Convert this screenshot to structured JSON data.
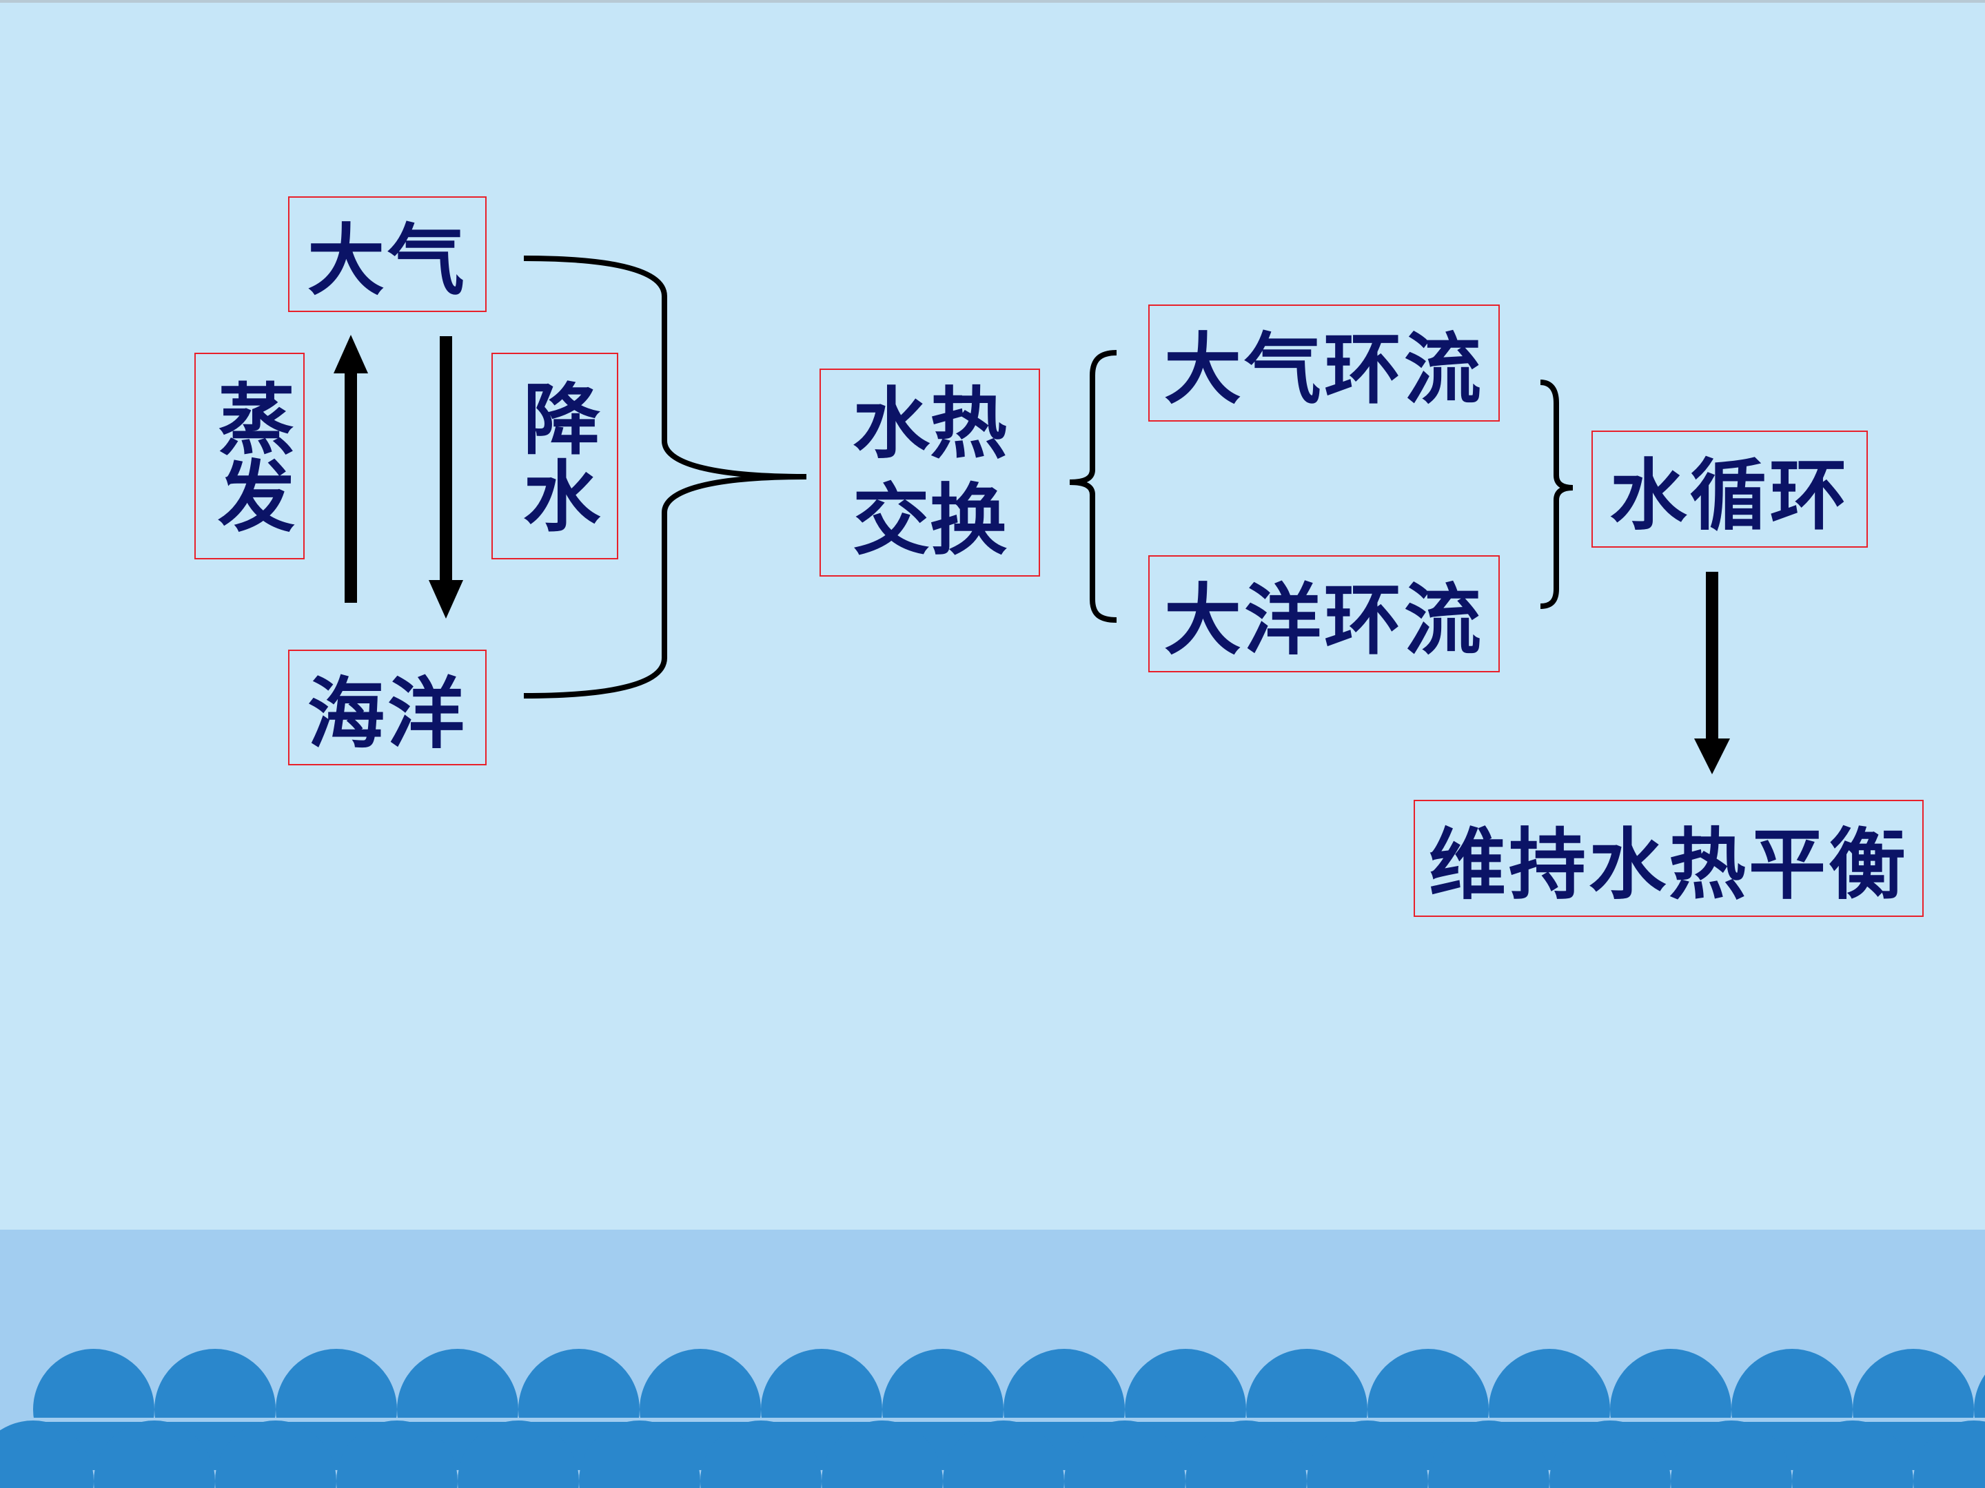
{
  "nodes": {
    "atmosphere": "大气",
    "ocean": "海洋",
    "evaporation": "蒸发",
    "precipitation": "降水",
    "heat_water_exchange": "水热\n交换",
    "atmospheric_circulation": "大气环流",
    "ocean_circulation": "大洋环流",
    "water_cycle": "水循环",
    "balance": "维持水热平衡"
  },
  "colors": {
    "background": "#c6e6f8",
    "text": "#0b1366",
    "box_border": "#e8202a",
    "lines": "#000000",
    "wave_band": "#a2cdf0",
    "wave_circles": "#2a87cc"
  }
}
